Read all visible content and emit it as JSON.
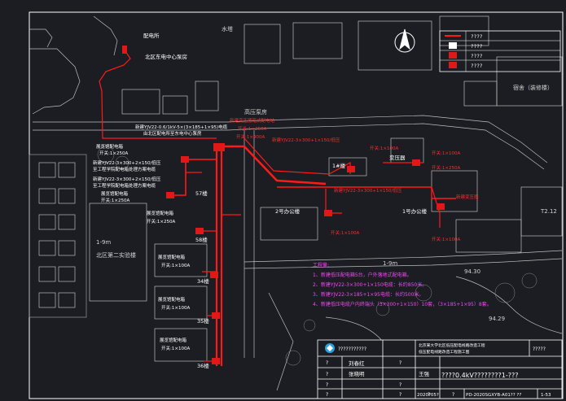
{
  "colors": {
    "background": "#1b1d22",
    "frame": "#ffffff",
    "base_map": "#c8c8c8",
    "cable": "#ff1a1a",
    "note_text": "#ff40ff",
    "label": "#ffffff",
    "badge": "#e01818"
  },
  "map_labels": {
    "pump_room": "高压泵房",
    "water_tower": "水塔",
    "dorm": "宿舍（装修楼）",
    "road_x": "T2.12",
    "road_y": "94.29",
    "road_z": "94.30",
    "road_w": "1-9m",
    "bldg_a": "1-9m",
    "bldg_b": "北区第二实验楼"
  },
  "top_labels": {
    "l1": "配电所",
    "l2": "北区东电中心泵房"
  },
  "box_labels": {
    "b1": "1#楼",
    "b2": "2号办公楼",
    "b3": "1号办公楼",
    "b4": "57楼",
    "b5": "58楼",
    "b6": "34楼",
    "b7": "35楼",
    "b8": "36楼",
    "b9": "变压器"
  },
  "callouts": [
    {
      "t1": "新建YJV22-0.6/1kV-5×(3×185+1×95)电缆",
      "t2": "由北区配电所至东电中心泵房"
    },
    {
      "t1": "展览馆配电箱",
      "t2": "开关:1×250A"
    },
    {
      "t1": "新建YJV22-3×300+2×150/低压",
      "t2": "至工程学院配电箱处理方案电缆"
    },
    {
      "t1": "新建YJV22-3×300+2×150/低压",
      "t2": "至工程学院配电箱处理方案电缆"
    },
    {
      "t1": "展览馆配电箱",
      "t2": "开关:1×250A"
    },
    {
      "t1": "展览馆配电箱",
      "t2": "开关:1×250A"
    },
    {
      "t1": "展览馆配电箱",
      "t2": "开关:1×100A"
    },
    {
      "t1": "展览馆配电箱",
      "t2": "开关:1×100A"
    },
    {
      "t1": "展览馆配电箱",
      "t2": "开关:1×100A"
    }
  ],
  "red_labels": {
    "r1": "新建变压器箱式配电站",
    "r2": "开关:1×250A",
    "r3": "开关:1×400A",
    "r4": "新建YJV22-3×300+1×150/低压",
    "r5": "开关:1×100A",
    "r6": "开关:1×100A",
    "r7": "开关:1×250A",
    "r8": "新建YJV22-3×300+1×150/低压",
    "r9": "开关:1×100A",
    "r10": "开关:1×100A",
    "r11": "新建变压器"
  },
  "notes": {
    "title": "工程量:",
    "n1": "1、新建低压配电箱5台，户外落地式配电箱。",
    "n2": "2、新建YJV22-3×300+1×150电缆：长约850米。",
    "n3": "3、新建YJV22-3×185+1×95电缆：长约500米。",
    "n4": "4、新建低压电缆户内终端头（3×300+1×150）10套，（3×185+1×95）8套。"
  },
  "legend": {
    "items": [
      {
        "symbol": "line",
        "text": "????"
      },
      {
        "symbol": "box",
        "text": "????"
      },
      {
        "symbol": "box",
        "text": "????"
      },
      {
        "symbol": "box",
        "text": "????"
      }
    ]
  },
  "title_block": {
    "logo_text": "???????????",
    "project": "北京某大学北区低压配电线路改造工程",
    "project2": "低压配电线路改造工程施工图",
    "stage": "?????",
    "drawing_title": "????0.4kV????????1-???",
    "date": "2020?05?",
    "number": "PD-2020SGXYB-A01?? ??",
    "sheet": "1-53",
    "q": "?",
    "sig1": "刘春红",
    "sig2": "张晓明",
    "sig3": "王强"
  }
}
